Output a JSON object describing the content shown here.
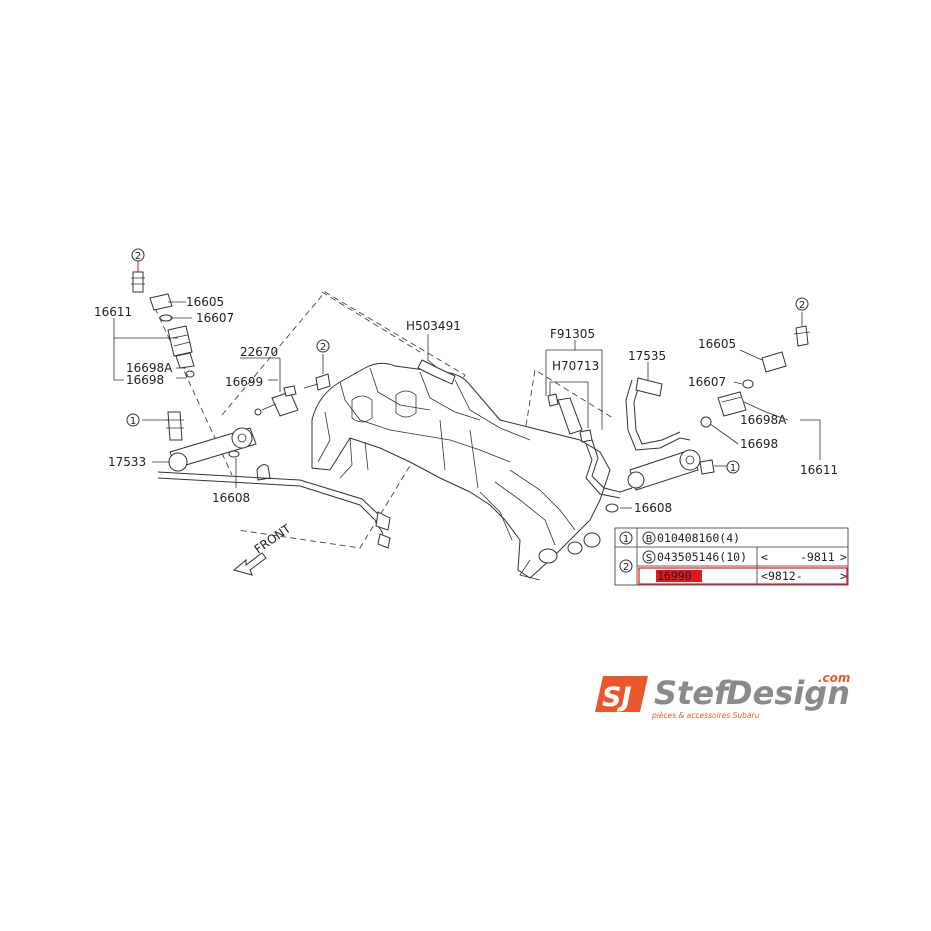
{
  "labels": {
    "l16611_left": "16611",
    "l16605_left": "16605",
    "l16607_left": "16607",
    "l16698A_left": "16698A",
    "l16698_left": "16698",
    "l17533": "17533",
    "l22670": "22670",
    "l16699": "16699",
    "l16608_left": "16608",
    "lH503491": "H503491",
    "lF91305": "F91305",
    "lH70713": "H70713",
    "l17535": "17535",
    "l16605_right": "16605",
    "l16607_right": "16607",
    "l16698A_right": "16698A",
    "l16698_right": "16698",
    "l16611_right": "16611",
    "l16608_right": "16608",
    "front": "FRONT"
  },
  "markers": {
    "one": "1",
    "two": "2"
  },
  "table": {
    "row1": {
      "ref": "1",
      "code": "B",
      "part": "010408160(4)"
    },
    "row2": {
      "ref": "2",
      "code": "S",
      "part": "043505146(10)",
      "range": "-9811"
    },
    "row3": {
      "part": "16990",
      "range": "9812-"
    },
    "open_bracket": "<",
    "close_bracket": ">"
  },
  "logo": {
    "mark": "SJ",
    "word_a": "Stef",
    "word_b": "Design",
    "suffix": ".com",
    "tagline": "pièces & accessoires Subaru"
  },
  "colors": {
    "highlight": "#e8141c",
    "logo_orange": "#e9582a",
    "logo_grey": "#8a8a8a",
    "ink": "#333333"
  }
}
